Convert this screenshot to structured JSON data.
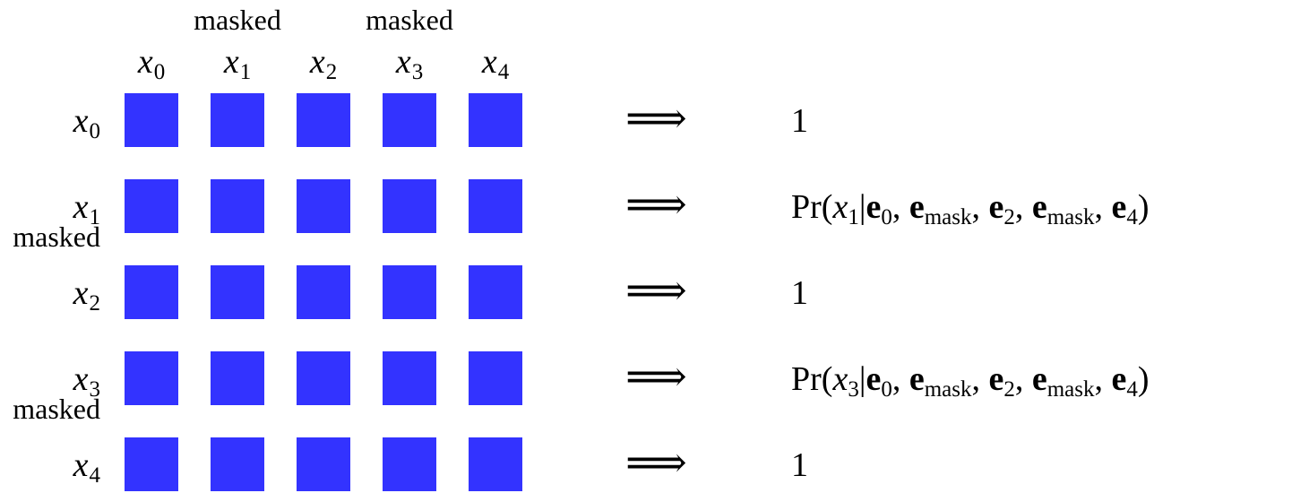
{
  "columns": [
    {
      "var": "x",
      "sub": "0",
      "masked": ""
    },
    {
      "var": "x",
      "sub": "1",
      "masked": "masked"
    },
    {
      "var": "x",
      "sub": "2",
      "masked": ""
    },
    {
      "var": "x",
      "sub": "3",
      "masked": "masked"
    },
    {
      "var": "x",
      "sub": "4",
      "masked": ""
    }
  ],
  "rows": [
    {
      "var": "x",
      "sub": "0",
      "masked": "",
      "result": "1"
    },
    {
      "var": "x",
      "sub": "1",
      "masked": "masked",
      "result": "formula"
    },
    {
      "var": "x",
      "sub": "2",
      "masked": "",
      "result": "1"
    },
    {
      "var": "x",
      "sub": "3",
      "masked": "masked",
      "result": "formula"
    },
    {
      "var": "x",
      "sub": "4",
      "masked": "",
      "result": "1"
    }
  ],
  "arrow": "⟹",
  "formula": {
    "pr": "Pr",
    "open": "(",
    "given": "|",
    "e": "e",
    "sub0": "0",
    "mask": "mask",
    "sub2": "2",
    "sub4": "4",
    "comma": ",",
    "close": ")"
  },
  "colors": {
    "square": "#3333ff"
  }
}
